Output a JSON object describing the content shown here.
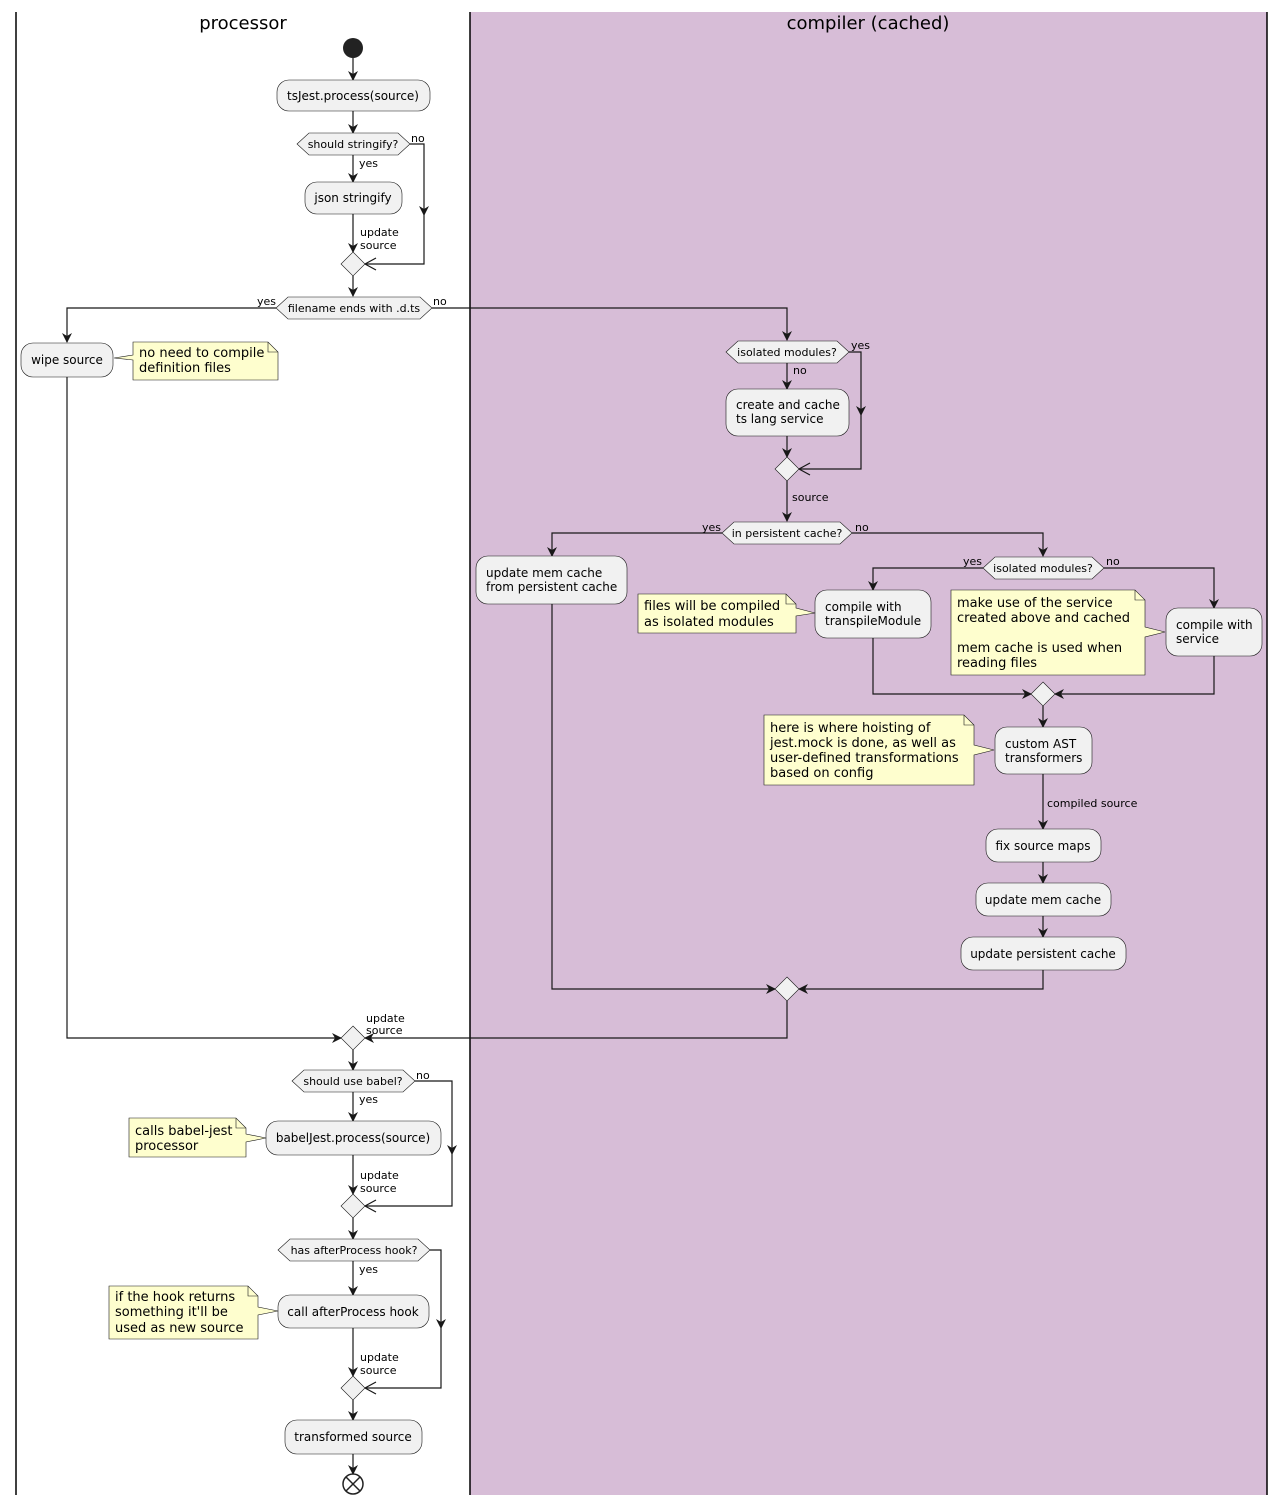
{
  "lanes": {
    "processor": "processor",
    "compiler": "compiler (cached)",
    "compiler_color": "#D7BDD7"
  },
  "activities": {
    "process": "tsJest.process(source)",
    "json_stringify": "json stringify",
    "wipe_source": "wipe source",
    "create_service": [
      "create and cache",
      "ts lang service"
    ],
    "update_mem_from_persistent": [
      "update mem cache",
      "from persistent cache"
    ],
    "compile_transpile": [
      "compile with",
      "transpileModule"
    ],
    "compile_service": [
      "compile with",
      "service"
    ],
    "custom_ast": [
      "custom AST",
      "transformers"
    ],
    "fix_source_maps": "fix source maps",
    "update_mem_cache": "update mem cache",
    "update_persistent_cache": "update persistent cache",
    "babel_process": "babelJest.process(source)",
    "after_process": "call afterProcess hook",
    "transformed_source": "transformed source"
  },
  "decisions": {
    "should_stringify": "should stringify?",
    "filename_dts": "filename ends with .d.ts",
    "isolated_modules_1": "isolated modules?",
    "in_persistent_cache": "in persistent cache?",
    "isolated_modules_2": "isolated modules?",
    "should_use_babel": "should use babel?",
    "has_after_process": "has afterProcess hook?"
  },
  "edge_labels": {
    "yes": "yes",
    "no": "no",
    "update_source": [
      "update",
      "source"
    ],
    "source": "source",
    "compiled_source": "compiled source"
  },
  "notes": {
    "definition_files": [
      "no need to compile",
      "definition files"
    ],
    "isolated_compile": [
      "files will be compiled",
      "as isolated modules"
    ],
    "service_usage": [
      "make use of the service",
      "created above and cached",
      "",
      "mem cache is used when",
      "reading files"
    ],
    "hoisting": [
      "here is where hoisting of",
      "jest.mock is done, as well as",
      "user-defined transformations",
      "based on config"
    ],
    "babel_jest": [
      "calls babel-jest",
      "processor"
    ],
    "hook_returns": [
      "if the hook returns",
      "something it'll be",
      "used as new source"
    ]
  }
}
